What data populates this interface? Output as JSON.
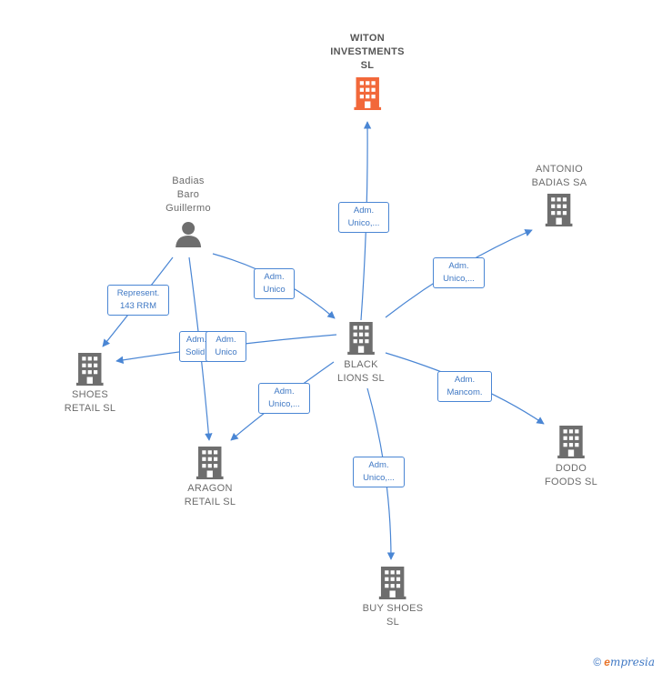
{
  "colors": {
    "company": "#6e6e6e",
    "highlight": "#f2683a",
    "edge": "#4a86d4",
    "person": "#6e6e6e"
  },
  "nodes": {
    "witon": {
      "label": "WITON\nINVESTMENTS\nSL",
      "icon": "building-icon"
    },
    "antonio": {
      "label": "ANTONIO\nBADIAS SA",
      "icon": "building-icon"
    },
    "badias": {
      "label": "Badias\nBaro\nGuillermo",
      "icon": "person-icon"
    },
    "black": {
      "label": "BLACK\nLIONS  SL",
      "icon": "building-icon"
    },
    "shoes": {
      "label": "SHOES\nRETAIL SL",
      "icon": "building-icon"
    },
    "aragon": {
      "label": "ARAGON\nRETAIL SL",
      "icon": "building-icon"
    },
    "dodo": {
      "label": "DODO\nFOODS  SL",
      "icon": "building-icon"
    },
    "buyshoes": {
      "label": "BUY SHOES\nSL",
      "icon": "building-icon"
    }
  },
  "edges": {
    "e_witon": "Adm.\nUnico,...",
    "e_antonio": "Adm.\nUnico,...",
    "e_badias_black": "Adm.\nUnico",
    "e_represent": "Represent.\n143 RRM",
    "e_solid": "Adm.\nSolid.",
    "e_unico_shoes": "Adm.\nUnico",
    "e_aragon": "Adm.\nUnico,...",
    "e_dodo": "Adm.\nMancom.",
    "e_buyshoes": "Adm.\nUnico,..."
  },
  "footer": {
    "copyright": "©",
    "brand_e": "e",
    "brand_rest": "mpresia"
  }
}
